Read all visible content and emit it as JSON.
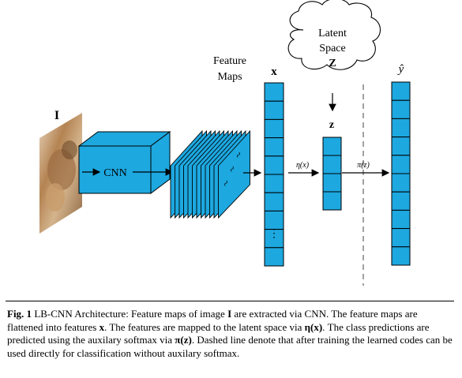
{
  "diagram": {
    "image_label": "I",
    "cnn_label": "CNN",
    "feature_maps_label_line1": "Feature",
    "feature_maps_label_line2": "Maps",
    "x_label": "x",
    "eta_label": "η(x)",
    "z_label": "z",
    "latent_label_line1": "Latent",
    "latent_label_line2": "Space",
    "latent_label_line3": "Z",
    "pi_label": "π(z)",
    "yhat_label": "ŷ",
    "x_ellipsis": "⋮",
    "colors": {
      "accent": "#1da8e0",
      "stroke": "#000000",
      "dashed": "#555555"
    }
  },
  "caption": {
    "fig_label": "Fig. 1",
    "p1": "LB-CNN Architecture: Feature maps of image ",
    "I": "I",
    "p2": " are extracted via CNN. The feature maps are flattened into features ",
    "x": "x",
    "p3": ". The features are mapped to the latent space via ",
    "eta": "η(x)",
    "p4": ". The class predictions are predicted using the auxilary softmax via ",
    "pi": "π(z)",
    "p5": ". Dashed line denote that after training the learned codes can be used directly for classification without auxilary softmax."
  }
}
